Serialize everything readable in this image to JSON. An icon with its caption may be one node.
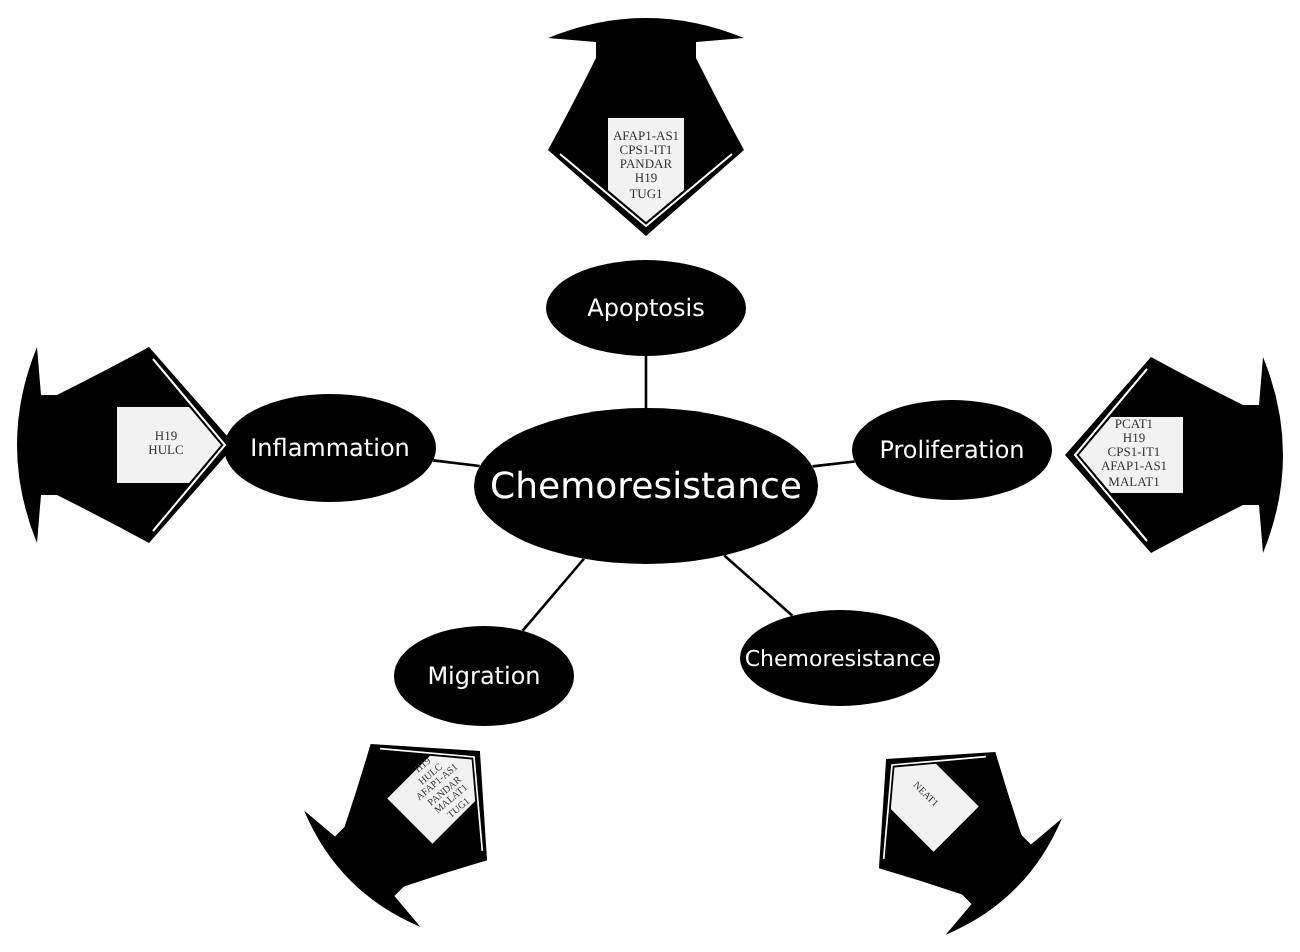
{
  "diagram": {
    "nodes": [
      {
        "text": [
          "Chemoresistance"
        ]
      },
      {
        "text": [
          "Apoptosis"
        ]
      },
      {
        "text": [
          "Proliferation"
        ]
      },
      {
        "text": [
          "Chemoresistance"
        ]
      },
      {
        "text": [
          "Migration"
        ]
      },
      {
        "text": [
          "Inflammation"
        ]
      },
      {
        "text": [
          "AFAP1-AS1",
          "CPS1-IT1",
          "PANDAR",
          "H19",
          "TUG1"
        ]
      },
      {
        "text": [
          "H19",
          "HULC"
        ]
      },
      {
        "text": [
          "PCAT1",
          "H19",
          "CPS1-IT1",
          "AFAP1-AS1",
          "MALAT1"
        ]
      },
      {
        "text": [
          "H19",
          "HULC",
          "AFAP1-AS1",
          "PANDAR",
          "MALAT1",
          "TUG1"
        ]
      },
      {
        "text": [
          "NEAT1"
        ]
      }
    ],
    "edges": [
      {
        "from": 0,
        "to": 1,
        "arrow": "none"
      },
      {
        "from": 0,
        "to": 2,
        "arrow": "none"
      },
      {
        "from": 0,
        "to": 3,
        "arrow": "none"
      },
      {
        "from": 0,
        "to": 4,
        "arrow": "none"
      },
      {
        "from": 0,
        "to": 5,
        "arrow": "none"
      }
    ]
  }
}
